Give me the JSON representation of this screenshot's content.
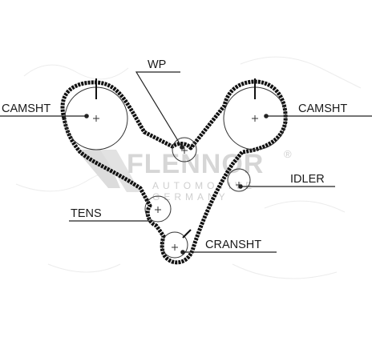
{
  "watermark": {
    "brand": "FLENNOR",
    "registered": "®",
    "line1": "AUTOMOTIVE",
    "line2": "GERMANY"
  },
  "labels": {
    "camshaft_left": "CAMSHT",
    "camshaft_right": "CAMSHT",
    "water_pump": "WP",
    "idler": "IDLER",
    "tensioner": "TENS",
    "crankshaft": "CRANSHT"
  },
  "colors": {
    "belt": "#111111",
    "line": "#222222",
    "watermark": "#d6d6d6"
  }
}
